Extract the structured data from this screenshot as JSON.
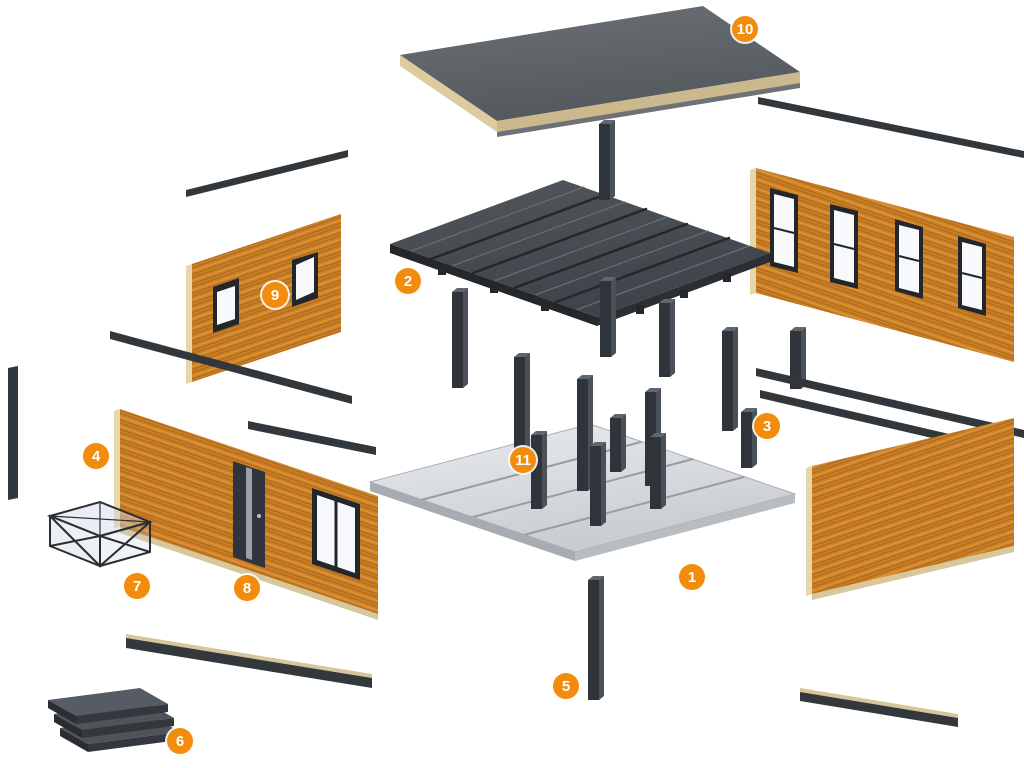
{
  "diagram": {
    "subject": "modular-building-exploded-assembly",
    "background_color": "#FFFFFF",
    "accent_color": "#F28C0C",
    "materials": {
      "wood_cladding": "#CC8127",
      "steel_dark": "#32373C",
      "roof_membrane": "#60656A",
      "plywood_edge": "#DCCB9F",
      "floor_deck": "#D9DCE0",
      "glass": "#F7F9FB"
    },
    "callouts": [
      {
        "number": "1",
        "component": "floor-platform"
      },
      {
        "number": "2",
        "component": "ceiling-roof-cassette"
      },
      {
        "number": "3",
        "component": "edge-beams"
      },
      {
        "number": "4",
        "component": "wall-panel-with-door"
      },
      {
        "number": "5",
        "component": "steel-column"
      },
      {
        "number": "6",
        "component": "panel-stack"
      },
      {
        "number": "7",
        "component": "steel-frame-module"
      },
      {
        "number": "8",
        "component": "door"
      },
      {
        "number": "9",
        "component": "wall-panel-with-windows"
      },
      {
        "number": "10",
        "component": "roof-panel"
      },
      {
        "number": "11",
        "component": "interior-columns"
      }
    ]
  }
}
